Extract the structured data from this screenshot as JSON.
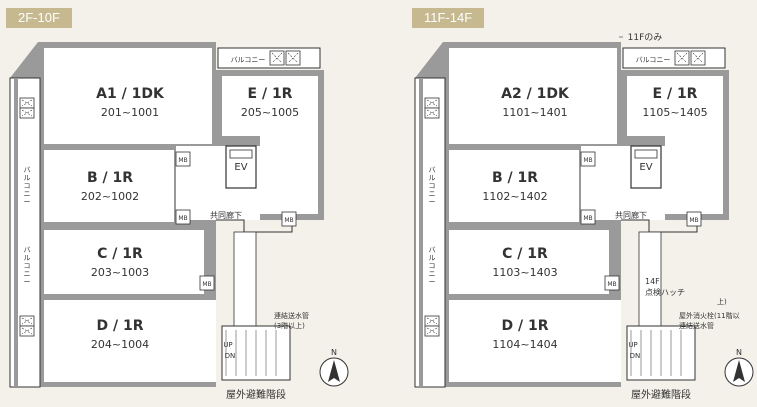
{
  "colors": {
    "background": "#f4f1ea",
    "badge": "#c7b98f",
    "wall": "#9a9a9a",
    "line": "#333333",
    "room": "#ffffff"
  },
  "plans": [
    {
      "badge": "2F-10F",
      "units": [
        {
          "type": "A1 / 1DK",
          "rooms": "201~1001"
        },
        {
          "type": "E / 1R",
          "rooms": "205~1005"
        },
        {
          "type": "B / 1R",
          "rooms": "202~1002"
        },
        {
          "type": "C / 1R",
          "rooms": "203~1003"
        },
        {
          "type": "D / 1R",
          "rooms": "204~1004"
        }
      ],
      "balcony": "バルコニー",
      "balcony_side": "バルコニー",
      "ev": "EV",
      "mb": "MB",
      "corridor": "共同廊下",
      "stair_up": "UP",
      "stair_dn": "DN",
      "stairs": "屋外避難階段",
      "note_lines": [
        "連結送水管",
        "(3階以上)"
      ],
      "north": "N"
    },
    {
      "badge": "11F-14F",
      "units": [
        {
          "type": "A2 / 1DK",
          "rooms": "1101~1401"
        },
        {
          "type": "E / 1R",
          "rooms": "1105~1405"
        },
        {
          "type": "B / 1R",
          "rooms": "1102~1402"
        },
        {
          "type": "C / 1R",
          "rooms": "1103~1403"
        },
        {
          "type": "D / 1R",
          "rooms": "1104~1404"
        }
      ],
      "balcony": "バルコニー",
      "balcony_side": "バルコニー",
      "ev": "EV",
      "mb": "MB",
      "corridor": "共同廊下",
      "stair_up": "UP",
      "stair_dn": "DN",
      "stairs": "屋外避難階段",
      "note_lines": [
        "屋外消火栓(11階以",
        "連結送水管"
      ],
      "note_extra": "上)",
      "balcony_note": "11Fのみ",
      "hatch_lines": [
        "14F",
        "点検ハッチ"
      ],
      "north": "N"
    }
  ]
}
